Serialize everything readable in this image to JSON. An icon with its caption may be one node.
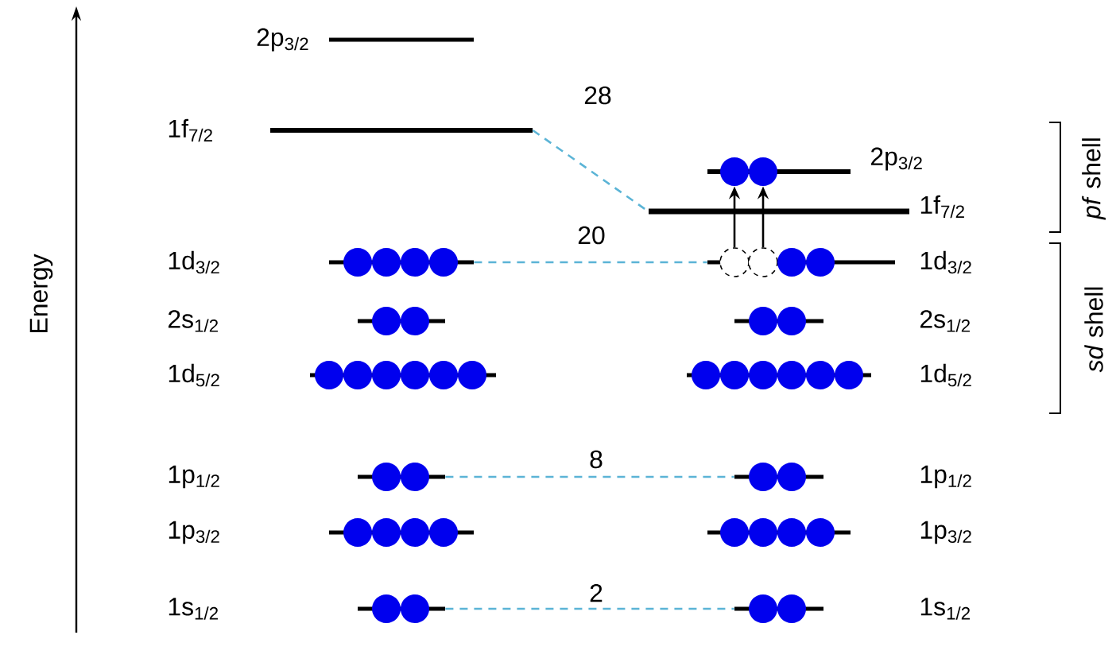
{
  "diagram": {
    "nodes": [
      {
        "text": [
          "2p$_{3/2}$"
        ]
      },
      {
        "text": [
          "1f$_{7/2}$"
        ]
      },
      {
        "text": [
          "1d$_{3/2}$"
        ]
      },
      {
        "text": [
          "2s$_{1/2}$"
        ]
      },
      {
        "text": [
          "1d$_{5/2}$"
        ]
      },
      {
        "text": [
          "1p$_{1/2}$"
        ]
      },
      {
        "text": [
          "1p$_{3/2}$"
        ]
      },
      {
        "text": [
          "1s$_{1/2}$"
        ]
      },
      {
        "text": [
          "2p$_{3/2}$"
        ]
      },
      {
        "text": [
          "1f$_{7/2}$"
        ]
      },
      {
        "text": [
          "1d$_{3/2}$"
        ]
      },
      {
        "text": [
          "2s$_{1/2}$"
        ]
      },
      {
        "text": [
          "1d$_{5/2}$"
        ]
      },
      {
        "text": [
          "1p$_{1/2}$"
        ]
      },
      {
        "text": [
          "1p$_{3/2}$"
        ]
      },
      {
        "text": [
          "1s$_{1/2}$"
        ]
      },
      {
        "text": [],
        "shape": "circle"
      },
      {
        "text": [],
        "shape": "circle"
      },
      {
        "text": [],
        "shape": "circle"
      },
      {
        "text": [],
        "shape": "circle"
      },
      {
        "text": [],
        "shape": "circle"
      },
      {
        "text": [],
        "shape": "circle"
      }
    ],
    "edges": [
      {
        "from": 1,
        "to": 9,
        "arrow": "none",
        "label": "28",
        "style": "dashed",
        "color": "#5bb4d6"
      },
      {
        "from": 2,
        "to": 10,
        "arrow": "none",
        "label": "20",
        "style": "dashed",
        "color": "#5bb4d6"
      },
      {
        "from": 5,
        "to": 13,
        "arrow": "none",
        "label": "8",
        "style": "dashed",
        "color": "#5bb4d6"
      },
      {
        "from": 7,
        "to": 15,
        "arrow": "none",
        "label": "2",
        "style": "dashed",
        "color": "#5bb4d6"
      },
      {
        "from": 18,
        "to": 16,
        "arrow": "to",
        "color": "#000000"
      },
      {
        "from": 19,
        "to": 17,
        "arrow": "to",
        "color": "#000000"
      }
    ],
    "labels": [
      "Energy",
      "*pf* shell",
      "*sd* shell"
    ]
  }
}
